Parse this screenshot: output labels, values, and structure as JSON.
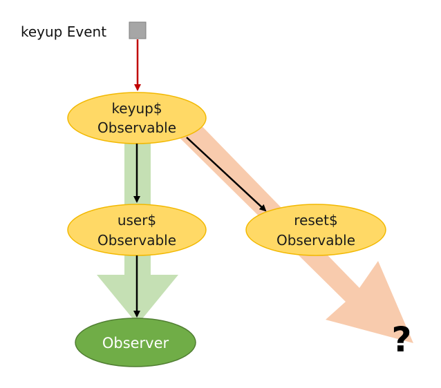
{
  "event": {
    "label": "keyup Event"
  },
  "nodes": {
    "keyup": {
      "line1": "keyup$",
      "line2": "Observable"
    },
    "user": {
      "line1": "user$",
      "line2": "Observable"
    },
    "reset": {
      "line1": "reset$",
      "line2": "Observable"
    },
    "observer": {
      "label": "Observer"
    }
  },
  "unknown_target": {
    "label": "?"
  },
  "colors": {
    "observable_fill": "#FFD966",
    "observable_stroke": "#F2B800",
    "observer_fill": "#70AD47",
    "observer_stroke": "#507E32",
    "event_box": "#A6A6A6",
    "event_arrow": "#C00000",
    "green_flow": "#C5E0B4",
    "orange_flow": "#F8CBAD",
    "arrow": "#000000"
  }
}
